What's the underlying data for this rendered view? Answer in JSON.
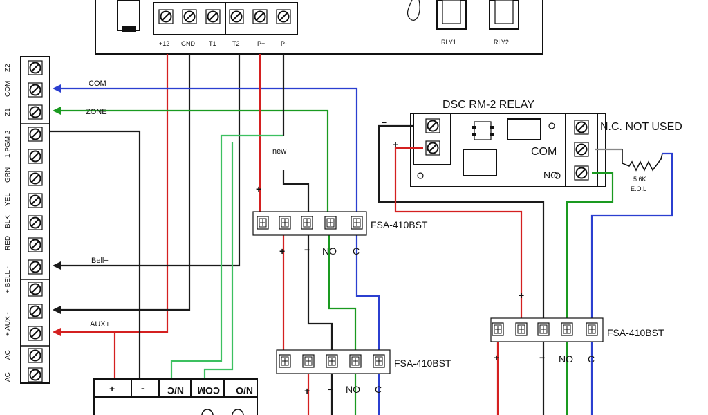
{
  "panel_top": {
    "terminals": [
      "+12",
      "GND",
      "T1",
      "T2",
      "P+",
      "P-"
    ],
    "relays": [
      "RLY1",
      "RLY2"
    ]
  },
  "left_terminals": [
    "Z2",
    "COM",
    "Z1",
    "1 PGM 2",
    "GRN",
    "YEL",
    "BLK",
    "RED",
    "+ BELL -",
    "+ AUX -",
    "AC",
    "AC"
  ],
  "wire_labels": {
    "com": "COM",
    "zone": "ZONE",
    "bell": "Bell−",
    "aux": "AUX+",
    "new": "new"
  },
  "relay_module": {
    "title": "DSC RM-2  RELAY",
    "nc_label": "N.C. NOT USED",
    "com_label": "COM",
    "no_label": "NO",
    "minus": "−",
    "plus": "+"
  },
  "resistor": {
    "value": "5.6K",
    "note": "E.O.L"
  },
  "detectors": [
    {
      "name": "FSA-410BST",
      "plus": "+",
      "minus": "−",
      "no": "NO",
      "c": "C"
    },
    {
      "name": "FSA-410BST",
      "plus": "+",
      "minus": "−",
      "no": "NO",
      "c": "C"
    },
    {
      "name": "FSA-410BST",
      "plus": "+",
      "minus": "−",
      "no": "NO",
      "c": "C"
    }
  ],
  "bottom_device": {
    "labels": [
      "+",
      "-",
      "N/C",
      "COM",
      "N/O"
    ]
  },
  "colors": {
    "red": "#d42020",
    "black": "#1a1a1a",
    "blue": "#2b3fd0",
    "green": "#1a9a20",
    "light_green": "#3cc060"
  }
}
